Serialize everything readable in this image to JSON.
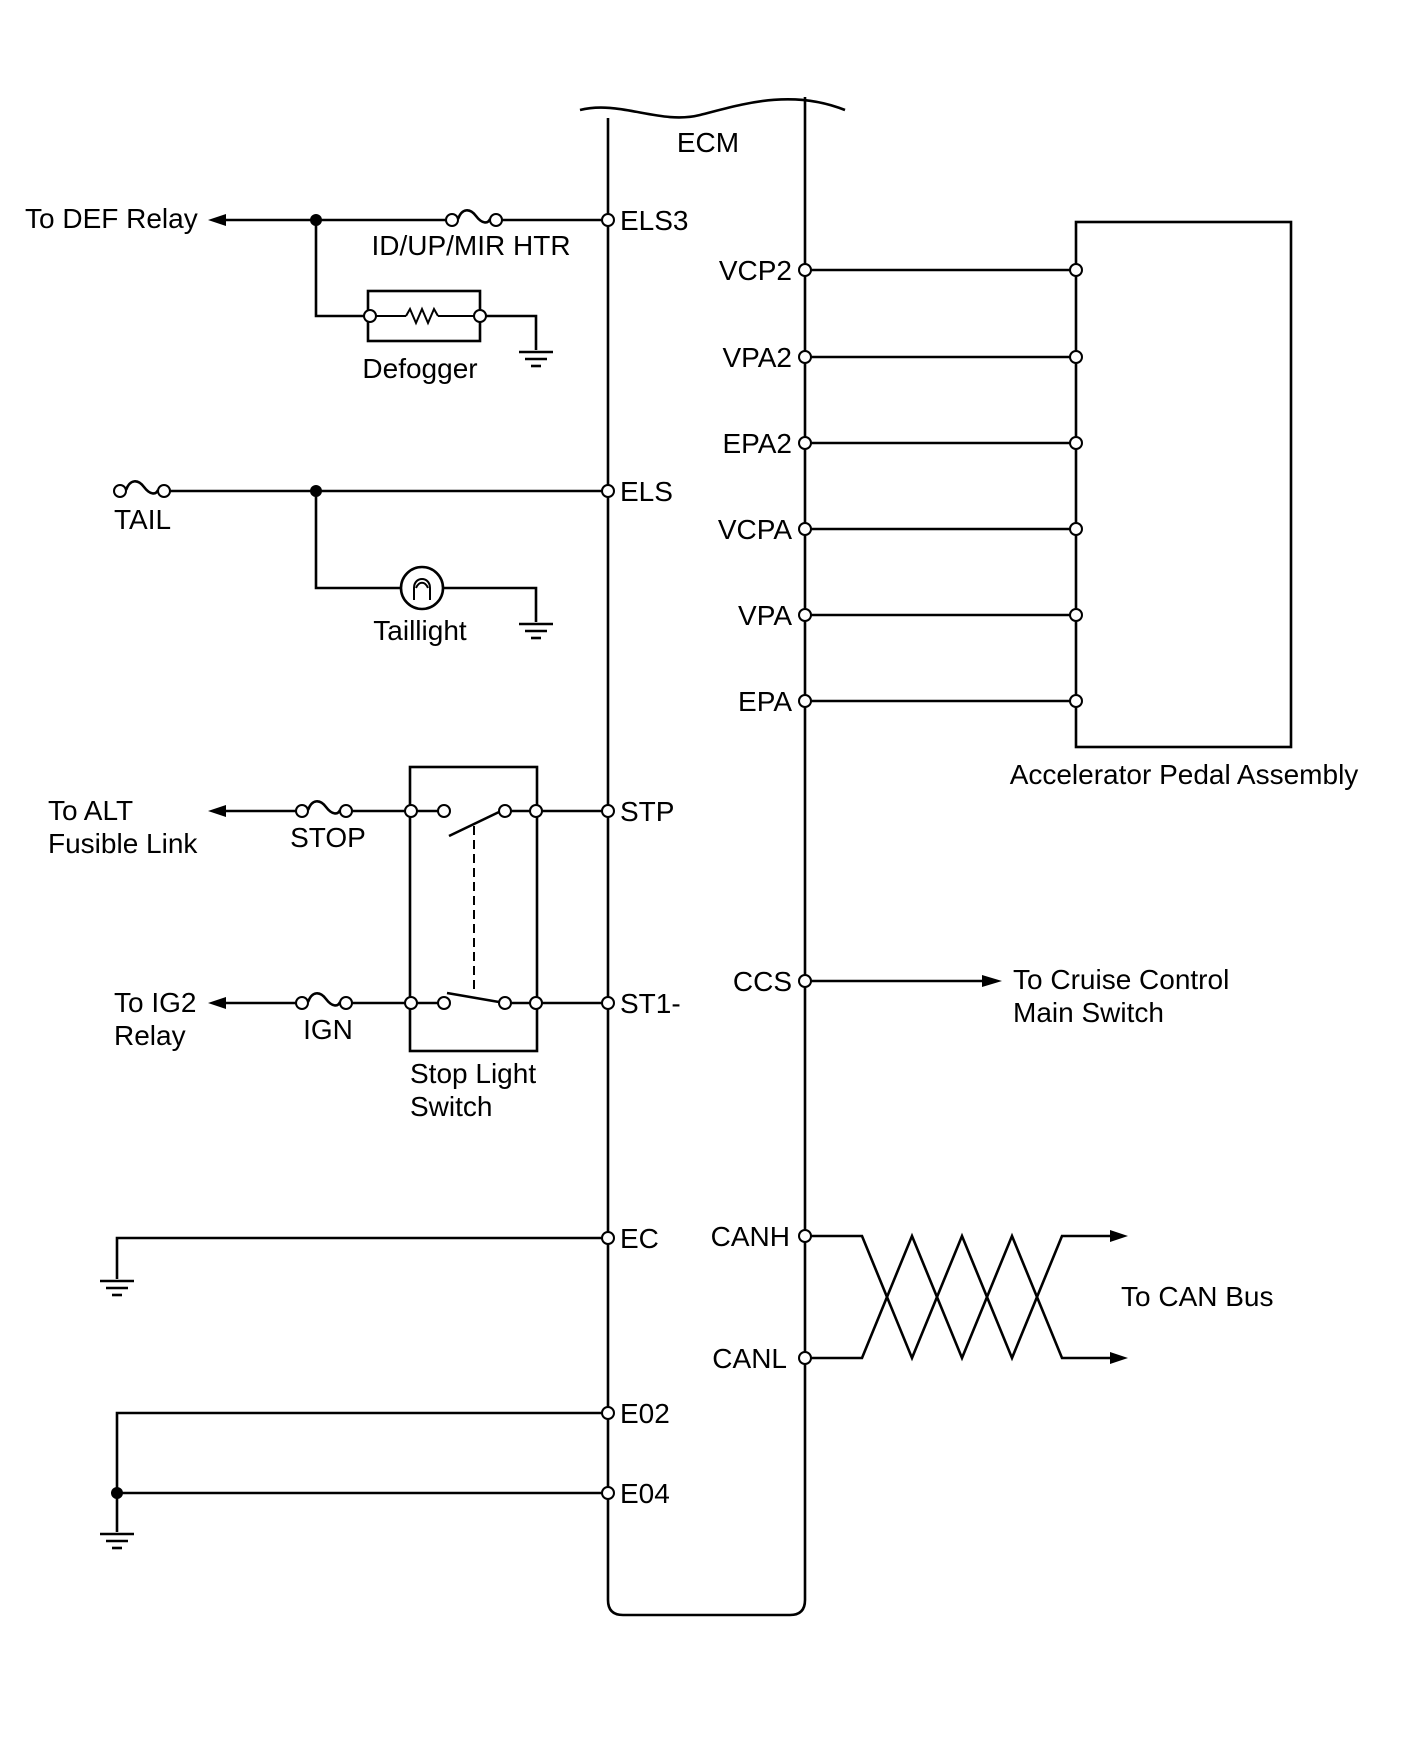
{
  "ecm": {
    "title": "ECM"
  },
  "ecm_left_pins": {
    "els3": "ELS3",
    "els": "ELS",
    "stp": "STP",
    "st1": "ST1-",
    "ec": "EC",
    "e02": "E02",
    "e04": "E04"
  },
  "ecm_right_pins": {
    "vcp2": "VCP2",
    "vpa2": "VPA2",
    "epa2": "EPA2",
    "vcpa": "VCPA",
    "vpa": "VPA",
    "epa": "EPA",
    "ccs": "CCS",
    "canh": "CANH",
    "canl": "CANL"
  },
  "labels": {
    "to_def_relay": "To DEF Relay",
    "id_up_mir_htr": "ID/UP/MIR HTR",
    "defogger": "Defogger",
    "tail": "TAIL",
    "taillight": "Taillight",
    "to_alt_line1": "To ALT",
    "to_alt_line2": "Fusible Link",
    "stop_fuse": "STOP",
    "to_ig2_line1": "To IG2",
    "to_ig2_line2": "Relay",
    "ign_fuse": "IGN",
    "stop_light_switch_line1": "Stop Light",
    "stop_light_switch_line2": "Switch",
    "accelerator_pedal_assembly": "Accelerator Pedal Assembly",
    "to_cruise_line1": "To Cruise Control",
    "to_cruise_line2": "Main Switch",
    "to_can_bus": "To CAN Bus"
  }
}
